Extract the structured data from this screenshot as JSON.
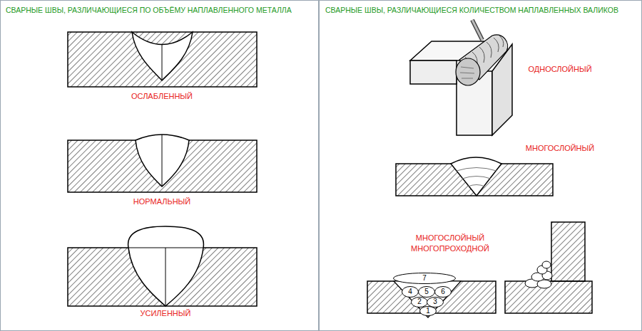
{
  "diagram": {
    "nodes": [
      {
        "text": [
          "7"
        ]
      },
      {
        "text": [
          "4"
        ]
      },
      {
        "text": [
          "5"
        ]
      },
      {
        "text": [
          "6"
        ]
      },
      {
        "text": [
          "2"
        ]
      },
      {
        "text": [
          "3"
        ]
      },
      {
        "text": [
          "1"
        ]
      }
    ],
    "labels": [
      "СВАРНЫЕ ШВЫ, РАЗЛИЧАЮЩИЕСЯ ПО ОБЪЁМУ НАПЛАВЛЕННОГО МЕТАЛЛА",
      "СВАРНЫЕ ШВЫ, РАЗЛИЧАЮЩИЕСЯ КОЛИЧЕСТВОМ НАПЛАВЛЕННЫХ ВАЛИКОВ",
      "ОСЛАБЛЕННЫЙ",
      "НОРМАЛЬНЫЙ",
      "УСИЛЕННЫЙ",
      "ОДНОСЛОЙНЫЙ",
      "МНОГОСЛОЙНЫЙ",
      "МНОГОСЛОЙНЫЙ МНОГОПРОХОДНОЙ"
    ]
  }
}
